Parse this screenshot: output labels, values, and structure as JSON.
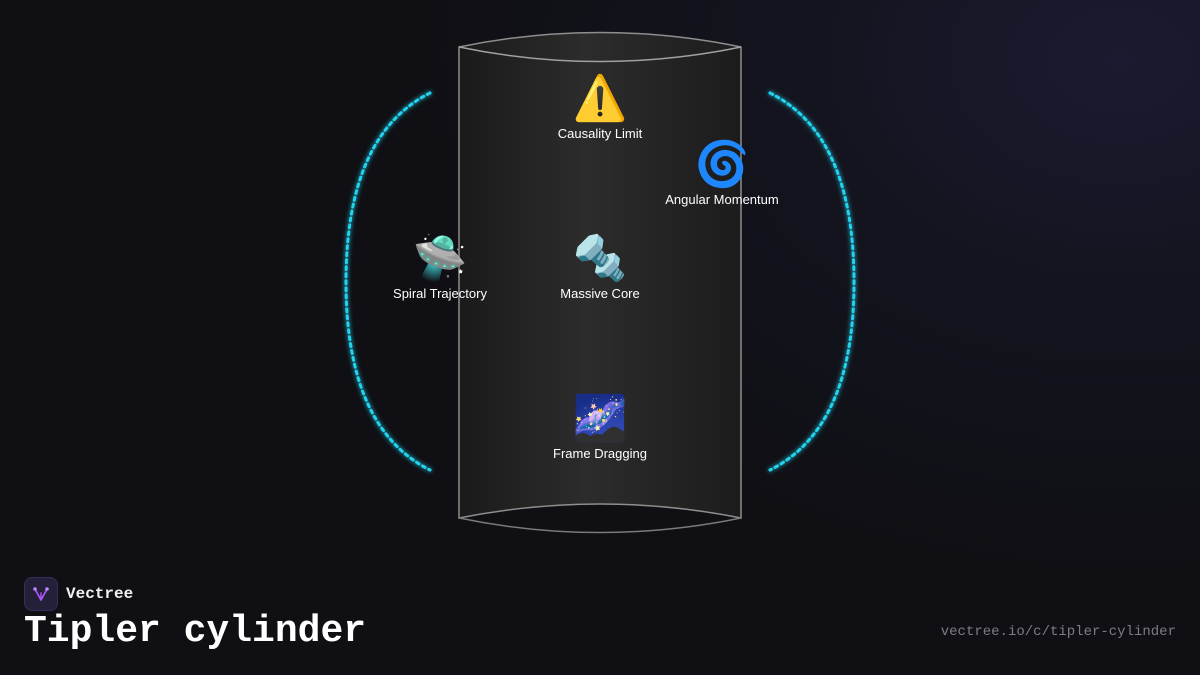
{
  "diagram": {
    "nodes": [
      {
        "id": "causality-limit",
        "label": "Causality Limit",
        "icon": "warning-icon",
        "glyph": "⚠️"
      },
      {
        "id": "angular-momentum",
        "label": "Angular Momentum",
        "icon": "spiral-icon",
        "glyph": "🌀"
      },
      {
        "id": "spiral-trajectory",
        "label": "Spiral Trajectory",
        "icon": "flying-saucer-icon",
        "glyph": "🛸"
      },
      {
        "id": "massive-core",
        "label": "Massive Core",
        "icon": "nut-and-bolt-icon",
        "glyph": "🔩"
      },
      {
        "id": "frame-dragging",
        "label": "Frame Dragging",
        "icon": "milky-way-icon",
        "glyph": "🌌"
      }
    ],
    "colors": {
      "cylinder_fill": "#262626",
      "cylinder_stroke": "#9a9a9a",
      "orbit_arc": "#22d3ee",
      "background": "#0f0f14"
    }
  },
  "brand": {
    "name": "Vectree",
    "logo_icon": "vectree-logo-icon",
    "accent": "#a855f7"
  },
  "title": "Tipler cylinder",
  "url": "vectree.io/c/tipler-cylinder"
}
